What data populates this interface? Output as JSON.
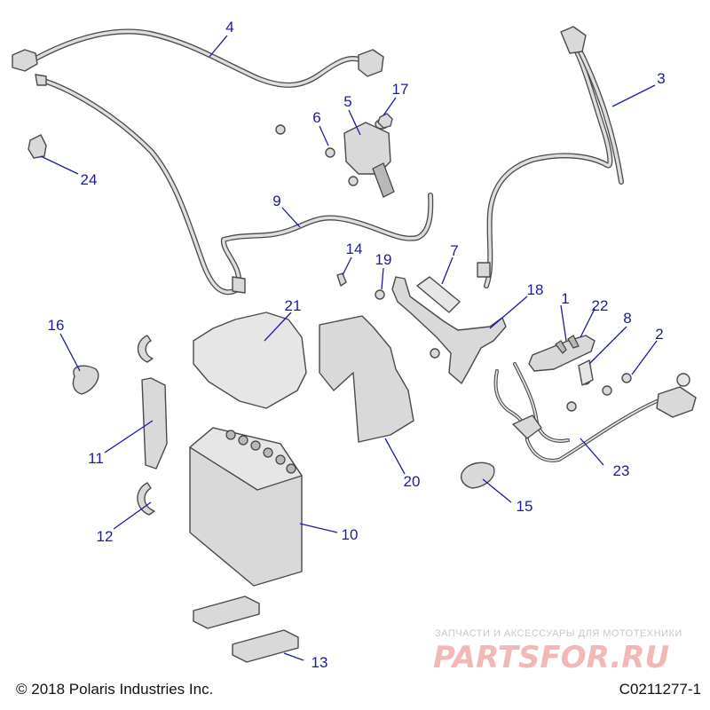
{
  "callouts": {
    "c1": "1",
    "c2": "2",
    "c3": "3",
    "c4": "4",
    "c5": "5",
    "c6": "6",
    "c7": "7",
    "c8": "8",
    "c9": "9",
    "c10": "10",
    "c11": "11",
    "c12": "12",
    "c13": "13",
    "c14": "14",
    "c15": "15",
    "c16": "16",
    "c17": "17",
    "c18": "18",
    "c19": "19",
    "c20": "20",
    "c21": "21",
    "c22": "22",
    "c23": "23",
    "c24": "24"
  },
  "footer": {
    "copyright": "© 2018 Polaris Industries Inc.",
    "diagram_code": "C0211277-1"
  },
  "watermark": {
    "tagline": "ЗАПЧАСТИ И АКСЕССУАРЫ ДЛЯ МОТОТЕХНИКИ",
    "logo": "PARTSFOR.RU"
  },
  "colors": {
    "callout": "#1a1aa6",
    "part_fill": "#d9d9d9",
    "outline": "#4a4a4a",
    "watermark": "#f2b8b8"
  }
}
